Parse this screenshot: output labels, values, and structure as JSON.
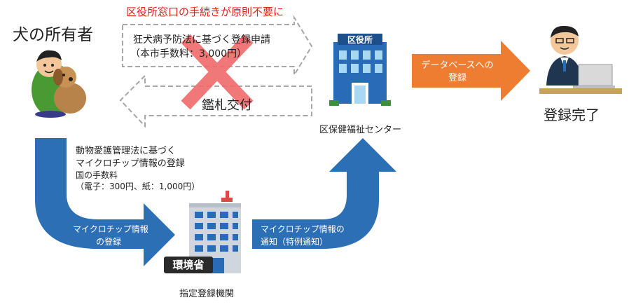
{
  "owner": {
    "label": "犬の所有者"
  },
  "notice": {
    "text": "区役所窓口の手続きが原則不要に",
    "color": "#e0201b"
  },
  "old_process": {
    "application_line1": "狂犬病予防法に基づく登録申請",
    "application_line2": "（本市手数料：3,000円）",
    "tag_issue": "鑑札交付",
    "cross_color": "#f06a6a"
  },
  "ward_office": {
    "sign": "区役所",
    "label": "区保健福祉センター"
  },
  "database": {
    "label_line1": "データベースへの",
    "label_line2": "登録",
    "color": "#ee7d31"
  },
  "completion": {
    "label": "登録完了"
  },
  "law_note": {
    "line1": "動物愛護管理法に基づく",
    "line2": "マイクロチップ情報の登録",
    "fee_title": "国の手数料",
    "fee_detail": "（電子：300円、紙：1,000円）"
  },
  "flow_left": {
    "line1": "マイクロチップ情報",
    "line2": "の登録"
  },
  "flow_right": {
    "line1": "マイクロチップ情報の",
    "line2": "通知（特例通知）"
  },
  "designated": {
    "sign": "環境省",
    "label": "指定登録機関"
  },
  "colors": {
    "flow_arrow": "#2c6fb5",
    "gray_arrow_border": "#a6a6a6"
  }
}
